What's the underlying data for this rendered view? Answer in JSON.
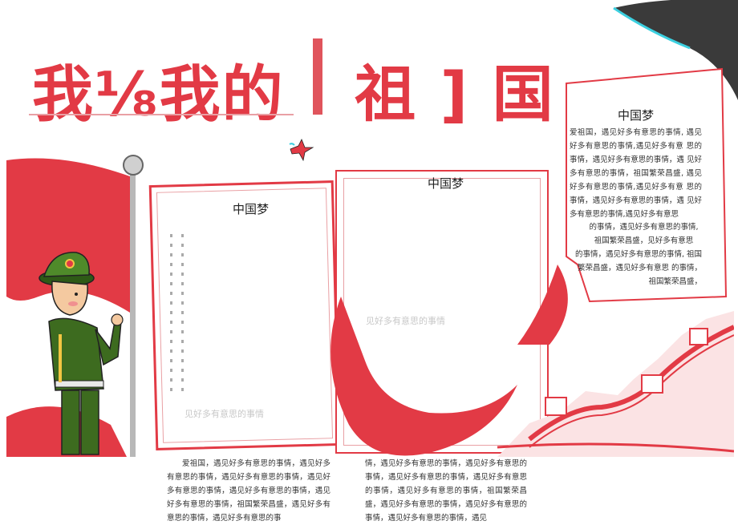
{
  "title": {
    "part1": "我⅛我的",
    "part2": "祖 ] 国"
  },
  "panels": {
    "left": {
      "heading": "中国梦",
      "faded_text": "见好多有意思的事情"
    },
    "center": {
      "heading": "中国梦",
      "faded_text": "见好多有意思的事情"
    },
    "right": {
      "heading": "中国梦",
      "text": "爱祖国，遇见好多有意思的事情, 遇见好多有意思的事情,遇见好多有意 思的事情，遇见好多有意思的事情，遇 见好多有意思的事情，祖国繁荣昌盛, 遇见好多有意思的事情,遇见好多有意 思的事情，遇见好多有意思的事情，遇 见好多有意思的事情,遇见好多有意思",
      "text2": "的事情，遇见好多有意思的事情, 祖国繁荣昌盛，见好多有意思",
      "text3": "的事情，遇见好多有意思的事情, 祖国繁荣昌盛，遇见好多有意思 的事情，祖国繁荣昌盛，"
    }
  },
  "bottom": {
    "left_text": "爱祖国，遇见好多有意思的事情，遇见好多有意思的事情，遇见好多有意思的事情，遇见好多有意思的事情，遇见好多有意思的事情，遇见好多有意思的事情，祖国繁荣昌盛，遇见好多有意思的事情，遇见好多有意思的事",
    "right_text": "情，遇见好多有意思的事情，遇见好多有意思的事情，遇见好多有意思的事情，遇见好多有意思的事情，遇见好多有意思的事情，祖国繁荣昌盛，遇见好多有意思的事情，遇见好多有意思的事情，遇见好多有意思的事情，遇见"
  },
  "colors": {
    "accent": "#e23a45",
    "dark": "#3a3a3a",
    "soldier_green": "#3d6b1f"
  },
  "icons": [
    "red-flag-icon",
    "soldier-illustration",
    "dove-icon",
    "great-wall-illustration",
    "ribbon-decoration"
  ]
}
